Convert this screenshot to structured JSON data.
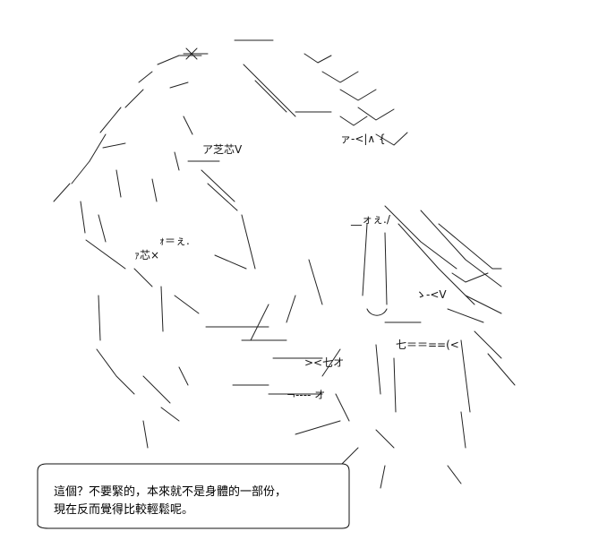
{
  "speech_bubble": {
    "line1": "這個？不要緊的，本來就不是身體的一部份，",
    "line2": "現在反而覺得比較輕鬆呢。"
  },
  "art_fragments": [
    "ア芝芯V",
    "ｫ＝ぇ.",
    "ｧ芯×",
    "ァ-<|∧ {",
    "__ォぇ./",
    "七＝＝==(<",
    "><七オ",
    "ゝ-<V",
    "¬---- オ"
  ]
}
